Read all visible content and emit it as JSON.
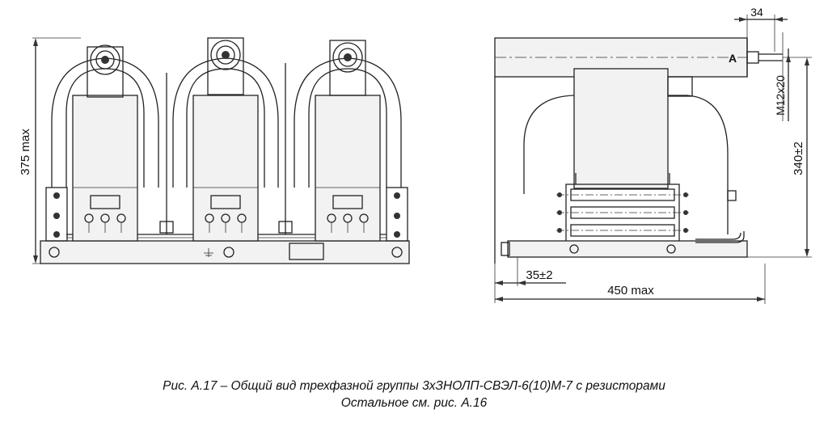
{
  "figure": {
    "caption_line1": "Рис. А.17 – Общий вид трехфазной группы 3хЗНОЛП-СВЭЛ-6(10)М-7 с резисторами",
    "caption_line2": "Остальное см. рис. А.16"
  },
  "front_view": {
    "height_label": "375 max"
  },
  "side_view": {
    "top_dim": "34",
    "thread_label": "M12x20",
    "height_label": "340±2",
    "left_offset_label": "35±2",
    "width_label": "450 max",
    "view_mark": "A"
  },
  "colors": {
    "line": "#222222",
    "fill": "#f2f2f2"
  }
}
